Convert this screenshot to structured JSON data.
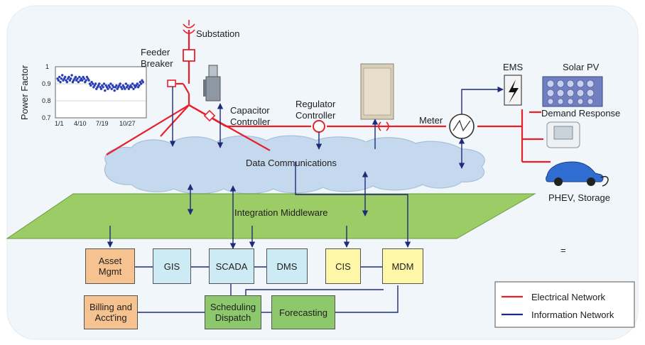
{
  "labels": {
    "substation": "Substation",
    "feeder_breaker_1": "Feeder",
    "feeder_breaker_2": "Breaker",
    "capacitor_controller_1": "Capacitor",
    "capacitor_controller_2": "Controller",
    "regulator_controller_1": "Regulator",
    "regulator_controller_2": "Controller",
    "meter": "Meter",
    "ems": "EMS",
    "solar_pv": "Solar PV",
    "demand_response": "Demand Response",
    "phev_storage": "PHEV, Storage",
    "data_communications": "Data Communications",
    "integration_middleware": "Integration Middleware",
    "equals": "="
  },
  "boxes": {
    "asset_mgmt_1": "Asset",
    "asset_mgmt_2": "Mgmt",
    "gis": "GIS",
    "scada": "SCADA",
    "dms": "DMS",
    "cis": "CIS",
    "mdm": "MDM",
    "billing_1": "Billing and",
    "billing_2": "Acct'ing",
    "scheduling_1": "Scheduling",
    "scheduling_2": "Dispatch",
    "forecasting": "Forecasting"
  },
  "legend": {
    "electrical": "Electrical Network",
    "information": "Information Network"
  },
  "colors": {
    "electrical": "#e8202a",
    "information": "#1e2a7a",
    "cloud": "#c4d8ee",
    "middleware": "#9ccc65",
    "box_orange": "#f6c28f",
    "box_blue": "#cdebf4",
    "box_yellow": "#fff7a8",
    "box_green": "#8dc86d"
  },
  "chart_data": {
    "type": "scatter",
    "title": "",
    "xlabel": "",
    "ylabel": "Power Factor",
    "x_ticks": [
      "1/1",
      "4/10",
      "7/19",
      "10/27"
    ],
    "y_ticks": [
      "0.7",
      "0.8",
      "0.9",
      "1"
    ],
    "ylim": [
      0.7,
      1.0
    ],
    "grid": true,
    "series": [
      {
        "x": [
          0,
          4,
          8,
          12,
          16,
          20,
          24,
          28,
          32,
          36,
          40,
          44,
          48,
          52,
          56,
          60,
          64,
          68,
          72,
          76,
          80,
          84,
          88,
          92,
          96,
          100,
          104,
          108,
          112,
          116,
          120,
          124,
          128,
          132,
          136,
          140,
          144,
          148,
          152,
          156,
          160,
          164,
          168,
          172,
          176,
          180,
          184,
          188,
          192,
          196,
          200,
          204,
          208,
          212,
          216,
          220,
          224,
          228,
          232,
          236,
          240,
          244,
          248,
          252,
          256,
          260,
          264,
          268,
          272,
          276,
          280,
          284,
          288,
          292,
          296,
          300,
          304,
          308,
          312,
          316,
          320,
          324,
          328,
          332,
          336,
          340,
          344,
          348,
          352,
          356,
          360
        ],
        "y": [
          0.93,
          0.92,
          0.94,
          0.91,
          0.93,
          0.95,
          0.92,
          0.93,
          0.94,
          0.92,
          0.91,
          0.93,
          0.94,
          0.92,
          0.93,
          0.95,
          0.91,
          0.92,
          0.93,
          0.94,
          0.92,
          0.93,
          0.91,
          0.94,
          0.92,
          0.93,
          0.92,
          0.94,
          0.93,
          0.91,
          0.92,
          0.94,
          0.93,
          0.92,
          0.9,
          0.89,
          0.91,
          0.9,
          0.88,
          0.89,
          0.9,
          0.87,
          0.88,
          0.89,
          0.9,
          0.88,
          0.87,
          0.89,
          0.88,
          0.9,
          0.86,
          0.89,
          0.88,
          0.87,
          0.89,
          0.88,
          0.9,
          0.87,
          0.89,
          0.88,
          0.86,
          0.88,
          0.89,
          0.87,
          0.88,
          0.89,
          0.9,
          0.88,
          0.87,
          0.89,
          0.88,
          0.87,
          0.9,
          0.88,
          0.89,
          0.87,
          0.88,
          0.89,
          0.88,
          0.9,
          0.87,
          0.89,
          0.88,
          0.89,
          0.9,
          0.88,
          0.89,
          0.91,
          0.9,
          0.92,
          0.91
        ]
      }
    ]
  }
}
